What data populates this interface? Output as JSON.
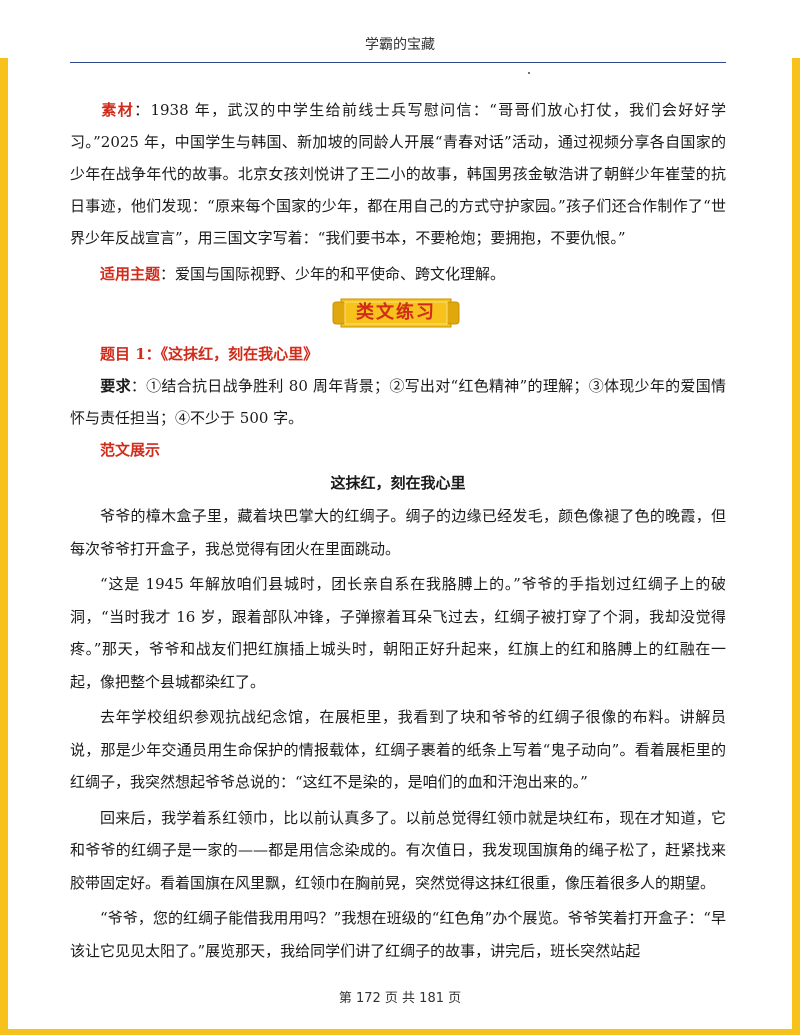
{
  "header": {
    "title": "学霸的宝藏"
  },
  "material": {
    "label": "素材",
    "text": "：1938 年，武汉的中学生给前线士兵写慰问信：“哥哥们放心打仗，我们会好好学习。”2025 年，中国学生与韩国、新加坡的同龄人开展“青春对话”活动，通过视频分享各自国家的少年在战争年代的故事。北京女孩刘悦讲了王二小的故事，韩国男孩金敏浩讲了朝鲜少年崔莹的抗日事迹，他们发现：“原来每个国家的少年，都在用自己的方式守护家园。”孩子们还合作制作了“世界少年反战宣言”，用三国文字写着：“我们要书本，不要枪炮；要拥抱，不要仇恨。”"
  },
  "theme": {
    "label": "适用主题",
    "text": "：爱国与国际视野、少年的和平使命、跨文化理解。"
  },
  "banner": {
    "text": "类文练习"
  },
  "topic": {
    "label": "题目 1：《这抹红，刻在我心里》"
  },
  "requirement": {
    "label": "要求",
    "text": "：①结合抗日战争胜利 80 周年背景；②写出对“红色精神”的理解；③体现少年的爱国情怀与责任担当；④不少于 500 字。"
  },
  "sample_label": "范文展示",
  "essay": {
    "title": "这抹红，刻在我心里",
    "paragraphs": [
      "爷爷的樟木盒子里，藏着块巴掌大的红绸子。绸子的边缘已经发毛，颜色像褪了色的晚霞，但每次爷爷打开盒子，我总觉得有团火在里面跳动。",
      "“这是 1945 年解放咱们县城时，团长亲自系在我胳膊上的。”爷爷的手指划过红绸子上的破洞，“当时我才 16 岁，跟着部队冲锋，子弹擦着耳朵飞过去，红绸子被打穿了个洞，我却没觉得疼。”那天，爷爷和战友们把红旗插上城头时，朝阳正好升起来，红旗上的红和胳膊上的红融在一起，像把整个县城都染红了。",
      "去年学校组织参观抗战纪念馆，在展柜里，我看到了块和爷爷的红绸子很像的布料。讲解员说，那是少年交通员用生命保护的情报载体，红绸子裹着的纸条上写着“鬼子动向”。看着展柜里的红绸子，我突然想起爷爷总说的：“这红不是染的，是咱们的血和汗泡出来的。”",
      "回来后，我学着系红领巾，比以前认真多了。以前总觉得红领巾就是块红布，现在才知道，它和爷爷的红绸子是一家的——都是用信念染成的。有次值日，我发现国旗角的绳子松了，赶紧找来胶带固定好。看着国旗在风里飘，红领巾在胸前晃，突然觉得这抹红很重，像压着很多人的期望。",
      "“爷爷，您的红绸子能借我用用吗？”我想在班级的“红色角”办个展览。爷爷笑着打开盒子：“早该让它见见太阳了。”展览那天，我给同学们讲了红绸子的故事，讲完后，班长突然站起"
    ]
  },
  "footer": {
    "text": "第 172 页 共 181 页"
  },
  "colors": {
    "accent_red": "#d12b1a",
    "border_yellow": "#f6c21b",
    "header_line": "#2e4a8a"
  }
}
